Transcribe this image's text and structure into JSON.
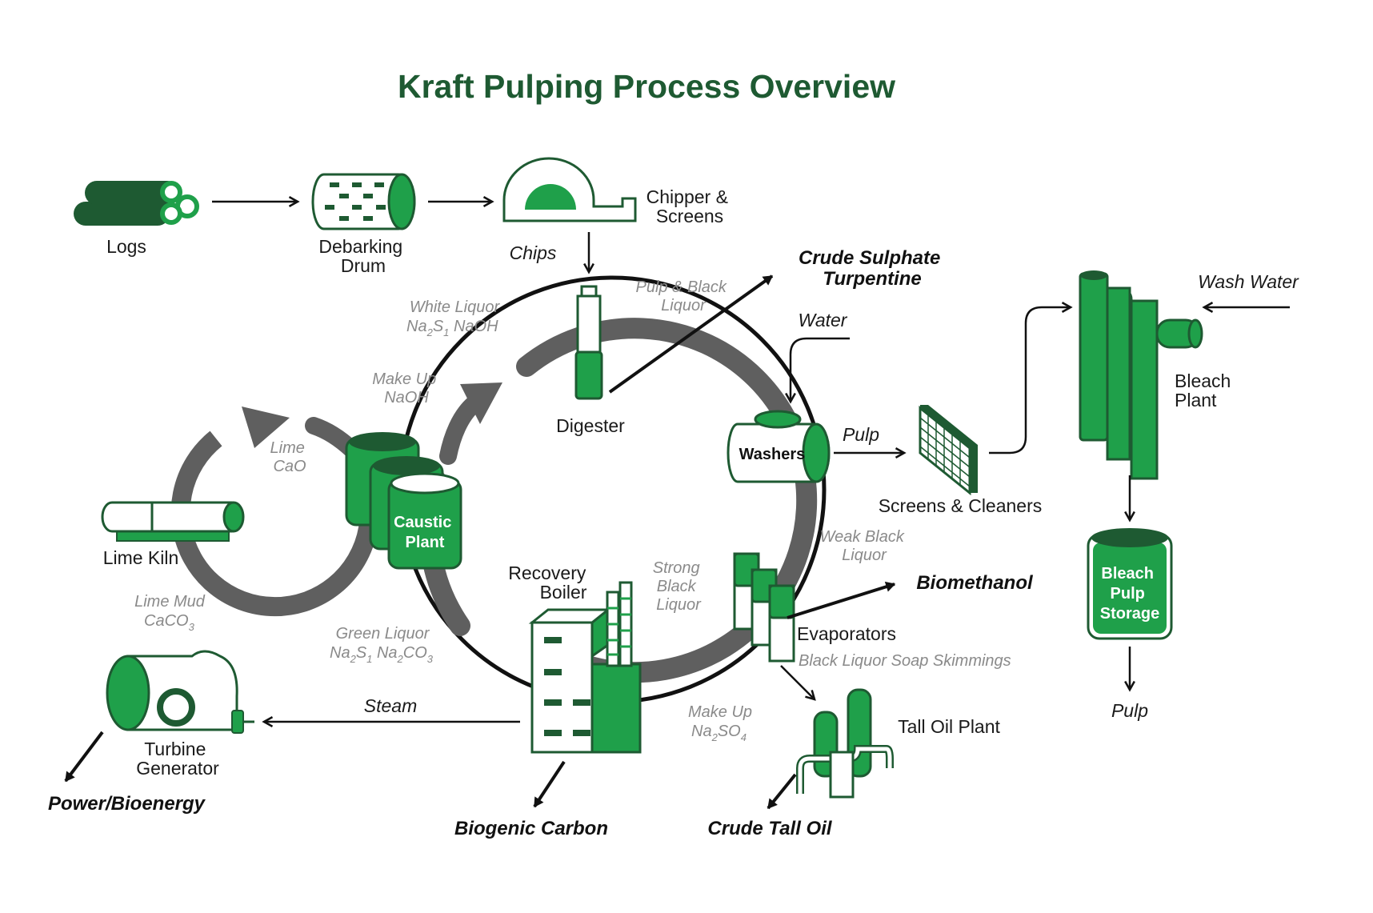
{
  "title": "Kraft Pulping Process Overview",
  "colors": {
    "green": "#1fa04a",
    "dark_green": "#1e5a32",
    "outline": "#1e5a32",
    "loop_gray": "#5f5f5f",
    "flow_gray": "#8a8a8a",
    "text": "#1a1a1a"
  },
  "nodes": {
    "logs": "Logs",
    "debarking_drum": [
      "Debarking",
      "Drum"
    ],
    "chipper": [
      "Chipper &",
      "Screens"
    ],
    "digester": "Digester",
    "washers": "Washers",
    "screens_cleaners": "Screens & Cleaners",
    "bleach_plant": [
      "Bleach",
      "Plant"
    ],
    "bleach_pulp_storage": [
      "Bleach",
      "Pulp",
      "Storage"
    ],
    "caustic_plant": [
      "Caustic",
      "Plant"
    ],
    "lime_kiln": "Lime Kiln",
    "recovery_boiler": [
      "Recovery",
      "Boiler"
    ],
    "evaporators": "Evaporators",
    "tall_oil_plant": "Tall Oil Plant",
    "turbine_generator": [
      "Turbine",
      "Generator"
    ]
  },
  "flows": {
    "chips": "Chips",
    "pulp_right": "Pulp",
    "pulp_bottom": "Pulp",
    "water": "Water",
    "wash_water": "Wash Water",
    "steam": "Steam",
    "pulp_black_liquor": [
      "Pulp & Black",
      "Liquor"
    ],
    "white_liquor": [
      "White Liquor",
      "Na",
      "2",
      "S",
      "1",
      " NaOH"
    ],
    "make_up_naoh": [
      "Make Up",
      "NaOH"
    ],
    "lime_cao": [
      "Lime",
      "CaO"
    ],
    "lime_mud": [
      "Lime Mud",
      "CaCO",
      "3"
    ],
    "green_liquor": [
      "Green Liquor",
      "Na",
      "2",
      "S",
      "1",
      " Na",
      "2",
      "CO",
      "3"
    ],
    "strong_black_liquor": [
      "Strong",
      "Black",
      "Liquor"
    ],
    "weak_black_liquor": [
      "Weak Black",
      "Liquor"
    ],
    "black_liquor_soap": "Black Liquor Soap Skimmings",
    "make_up_na2so4": [
      "Make Up",
      "Na",
      "2",
      "SO",
      "4"
    ]
  },
  "products": {
    "crude_sulphate_turpentine": [
      "Crude Sulphate",
      "Turpentine"
    ],
    "biomethanol": "Biomethanol",
    "power_bioenergy": "Power/Bioenergy",
    "biogenic_carbon": "Biogenic Carbon",
    "crude_tall_oil": "Crude Tall Oil"
  }
}
